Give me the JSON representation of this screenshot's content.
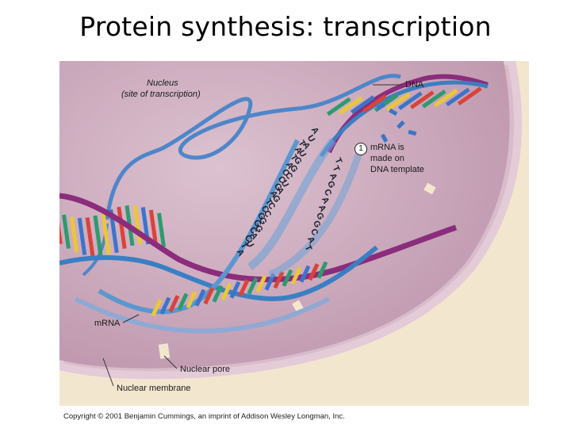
{
  "title": "Protein synthesis: transcription",
  "labels": {
    "nucleus": "Nucleus",
    "nucleus_sub": "(site of transcription)",
    "dna": "DNA",
    "step_number": "1",
    "step_line1": "mRNA is",
    "step_line2": "made on",
    "step_line3": "DNA template",
    "mrna": "mRNA",
    "nuclear_pore": "Nuclear pore",
    "nuclear_membrane": "Nuclear membrane"
  },
  "rna_bases": [
    "A",
    "U",
    "A",
    "U",
    "G",
    "G",
    "C",
    "U",
    "A",
    "G",
    "C",
    "C",
    "G",
    "G",
    "A",
    "U"
  ],
  "dna_template_bases": [
    "T",
    "A",
    "T",
    "A",
    "C",
    "C",
    "G",
    "A",
    "T",
    "C",
    "G",
    "G",
    "C",
    "C",
    "T",
    "A"
  ],
  "coding_strand_bases": [
    "T",
    "T",
    "A",
    "G",
    "C",
    "A",
    "A",
    "G",
    "G",
    "C",
    "A",
    "T"
  ],
  "copyright": "Copyright © 2001 Benjamin Cummings, an imprint of Addison Wesley Longman, Inc.",
  "colors": {
    "nucleoplasm": "#c9a6b9",
    "cytoplasm": "#f3e6cf",
    "membrane": "#d7b6c6",
    "dna_backbone_purple": "#8b2c7c",
    "dna_backbone_blue": "#3a7fc4",
    "base_red": "#d8443a",
    "base_green": "#2e9a6e",
    "base_yellow": "#e8c83a",
    "base_blue": "#3d74c8"
  }
}
